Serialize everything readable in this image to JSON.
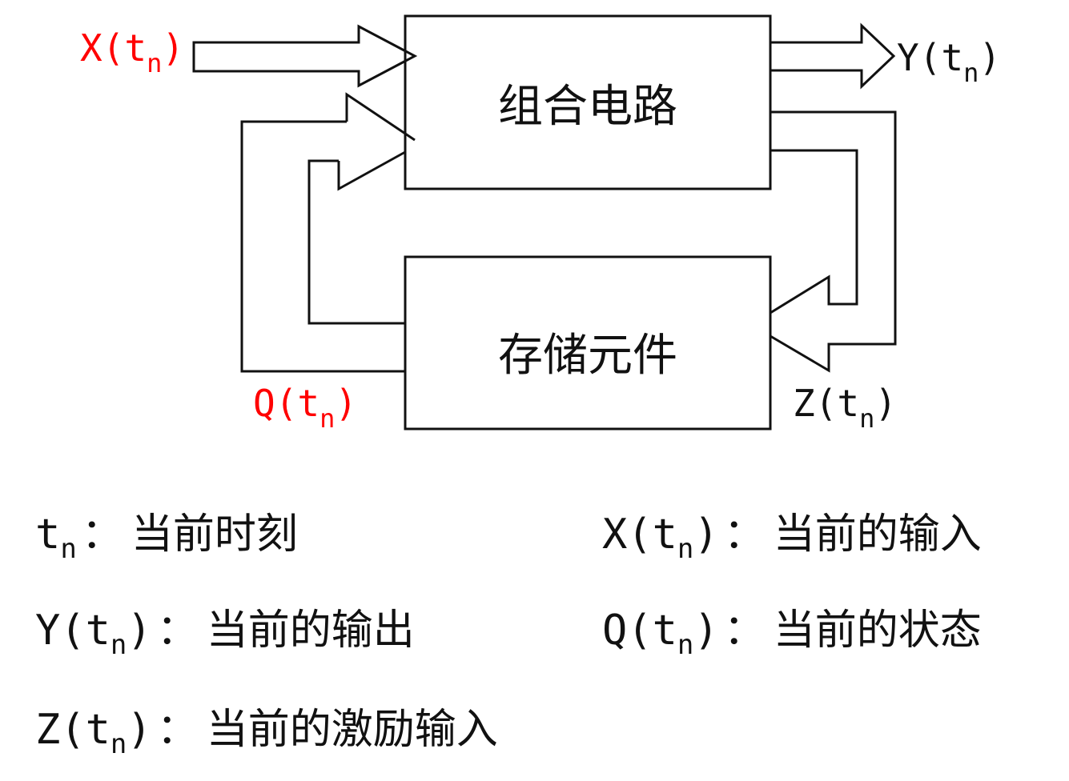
{
  "diagram": {
    "top_box_label": "组合电路",
    "bottom_box_label": "存储元件",
    "signals": {
      "x": {
        "letter": "X",
        "open": "(",
        "base": "t",
        "sub": "n",
        "close": ")",
        "color": "#ff0000"
      },
      "y": {
        "letter": "Y",
        "open": "(",
        "base": "t",
        "sub": "n",
        "close": ")",
        "color": "#111111"
      },
      "q": {
        "letter": "Q",
        "open": "(",
        "base": "t",
        "sub": "n",
        "close": ")",
        "color": "#ff0000"
      },
      "z": {
        "letter": "Z",
        "open": "(",
        "base": "t",
        "sub": "n",
        "close": ")",
        "color": "#111111"
      }
    }
  },
  "legend": [
    {
      "symbol": "t",
      "sub": "n",
      "suffix": "",
      "colon": "：",
      "desc": "当前时刻"
    },
    {
      "symbol": "X(t",
      "sub": "n",
      "suffix": ")",
      "colon": "：",
      "desc": "当前的输入"
    },
    {
      "symbol": "Y(t",
      "sub": "n",
      "suffix": ")",
      "colon": "：",
      "desc": "当前的输出"
    },
    {
      "symbol": "Q(t",
      "sub": "n",
      "suffix": ")",
      "colon": "：",
      "desc": "当前的状态"
    },
    {
      "symbol": "Z(t",
      "sub": "n",
      "suffix": ")",
      "colon": "：",
      "desc": "当前的激励输入"
    }
  ]
}
